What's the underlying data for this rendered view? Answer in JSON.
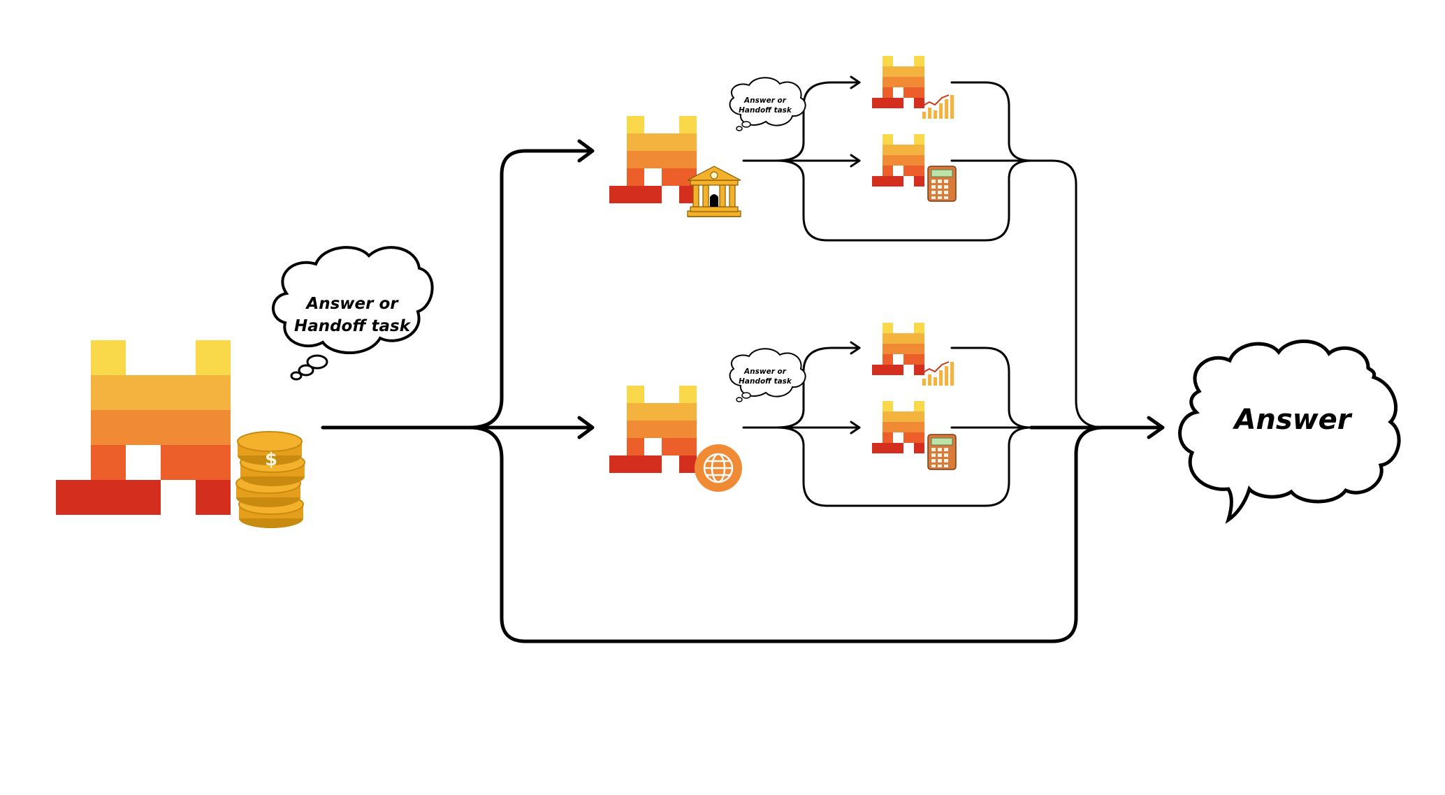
{
  "colors": {
    "yellow": "#f9d84a",
    "light_orange": "#f4b23e",
    "orange": "#f08a34",
    "dark_orange": "#ec5f2b",
    "red": "#d42e1f",
    "gold": "#f4b22c",
    "gold_dark": "#c98a10",
    "arrow": "#000000"
  },
  "icons": {
    "main_agent": "coins-icon",
    "agent_top": "bank-icon",
    "agent_bottom": "globe-icon",
    "tool_chart": "chart-icon",
    "tool_calculator": "calculator-icon"
  },
  "labels": {
    "main_thought_line1": "Answer or",
    "main_thought_line2": "Handoff task",
    "small_thought_line1": "Answer or",
    "small_thought_line2": "Handoff task",
    "answer": "Answer"
  }
}
